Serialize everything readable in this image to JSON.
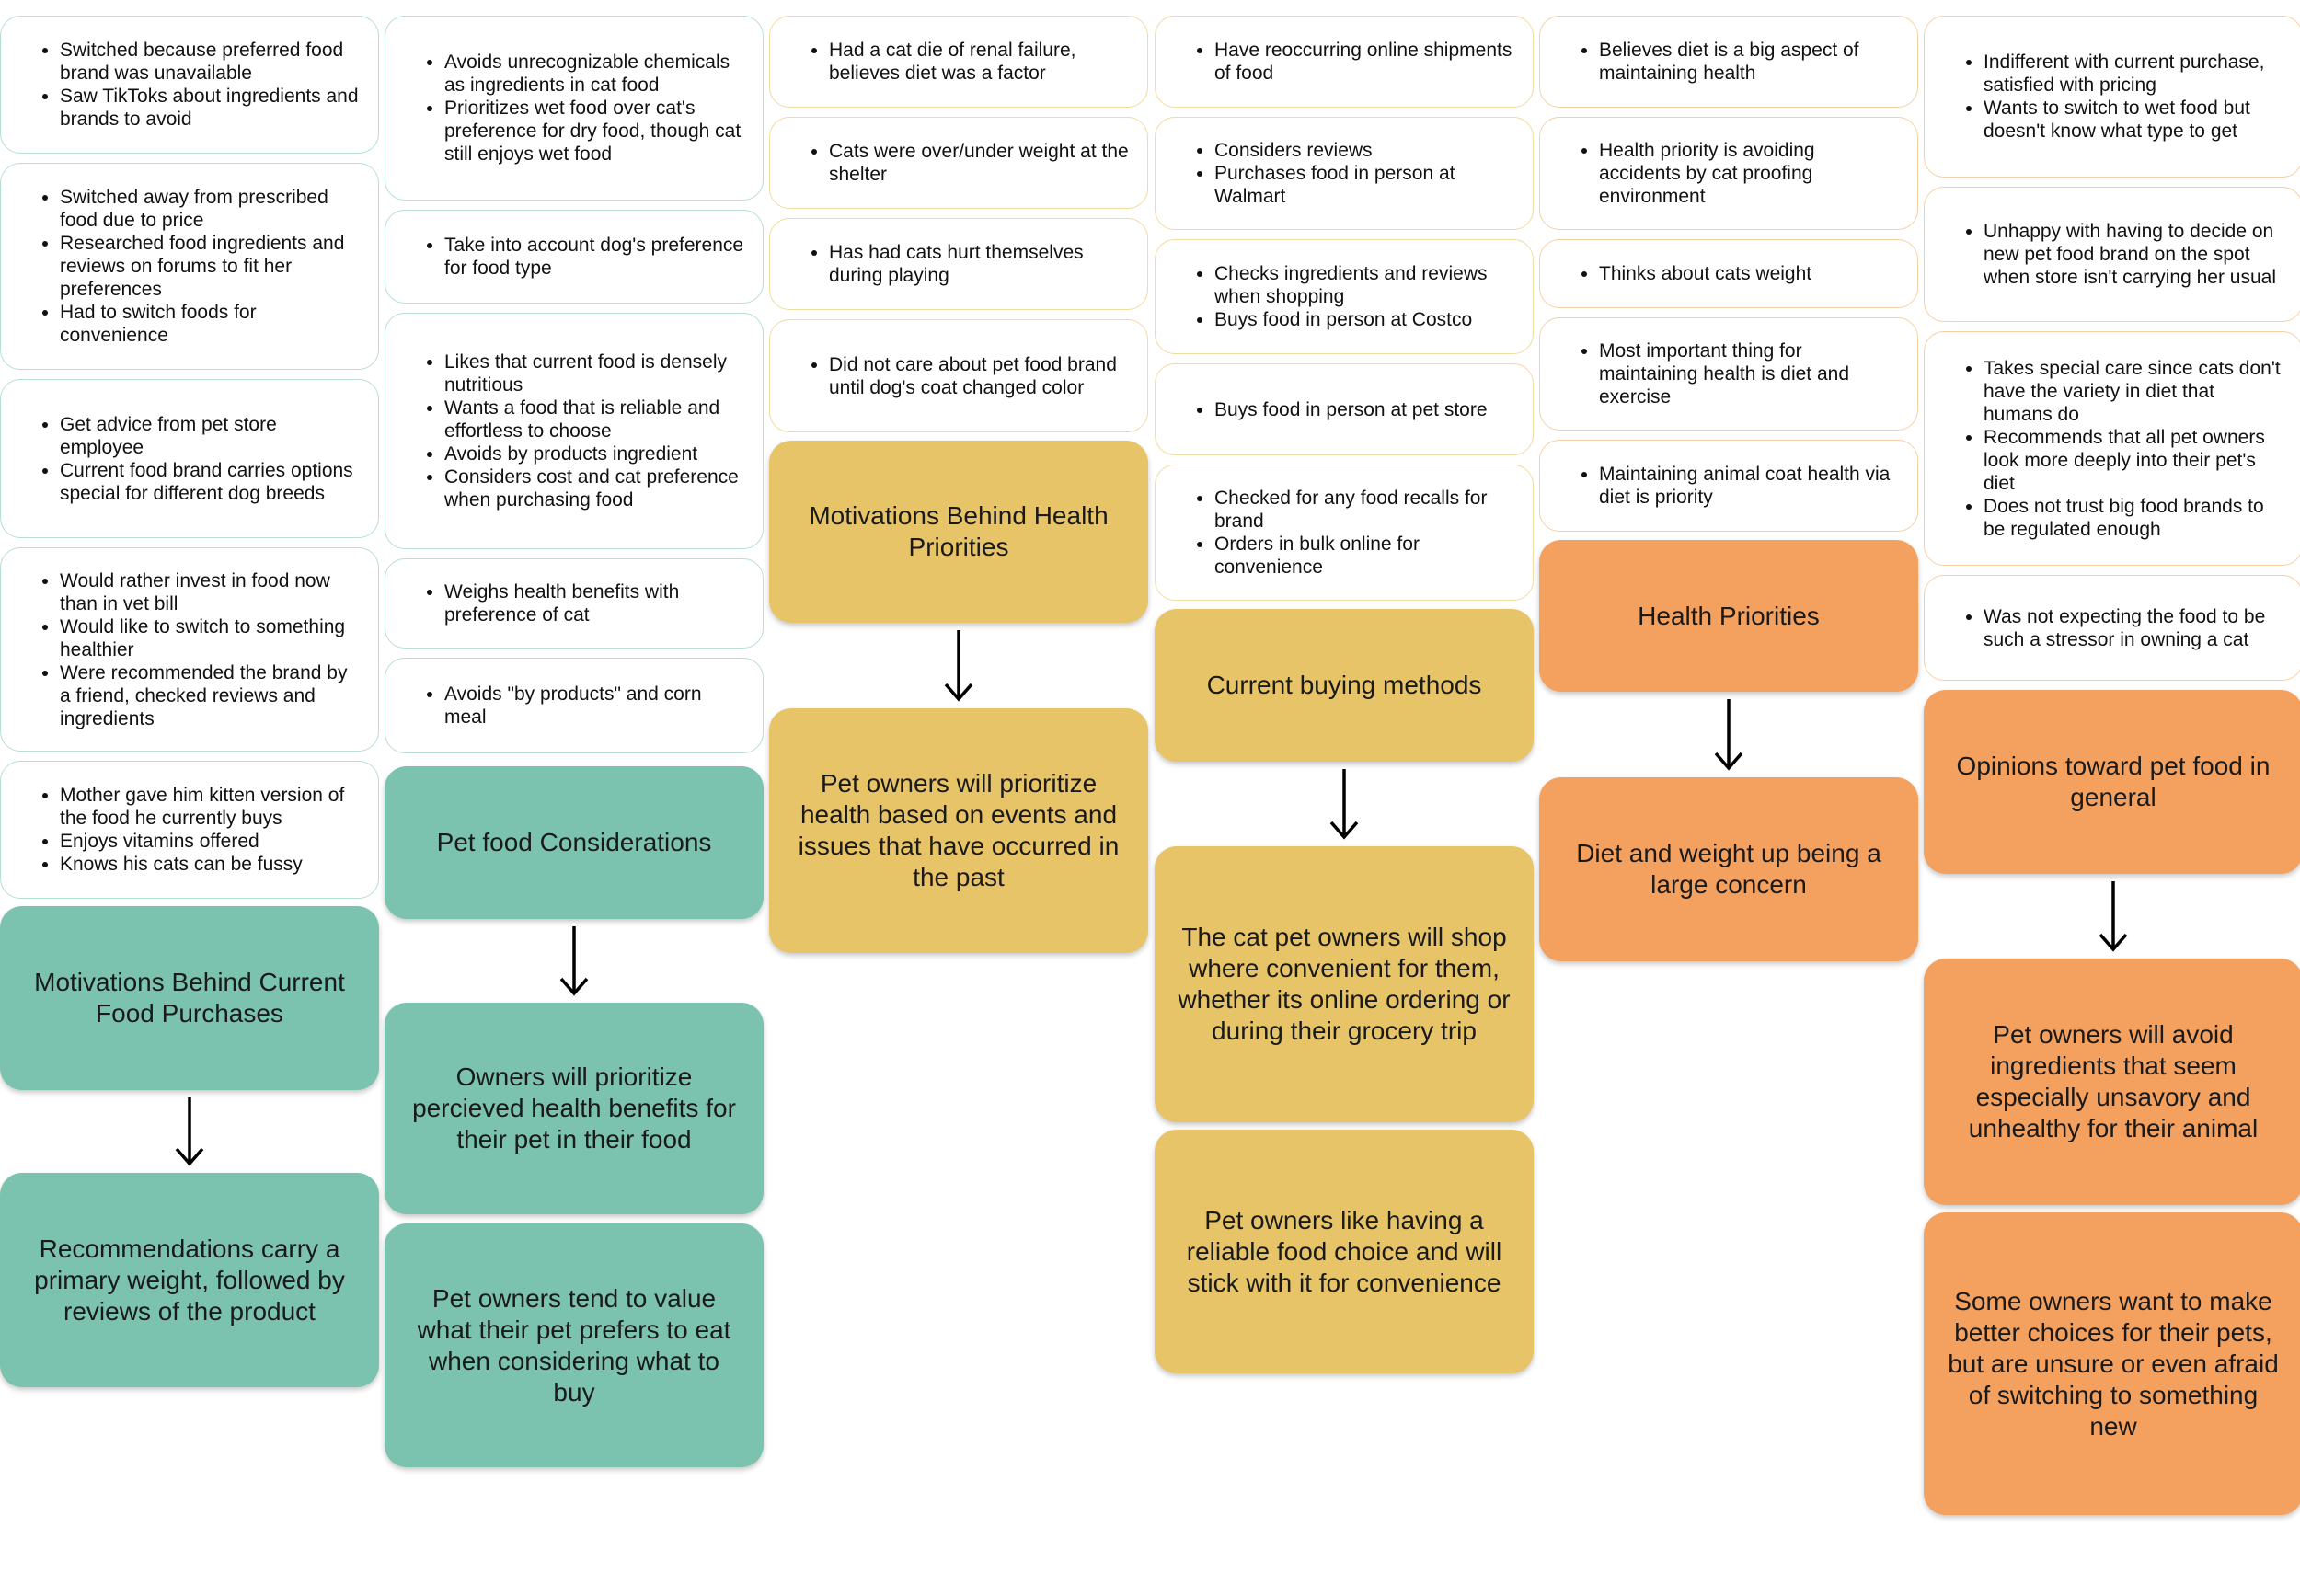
{
  "colors": {
    "teal": "#7cc3af",
    "yellow": "#e8c468",
    "orange": "#f4a15f",
    "teal_border": "#b7dfd3",
    "yellow_border": "#f1dba2",
    "orange_border": "#f7cfa5"
  },
  "columns": [
    {
      "id": "motivations-current-food",
      "theme": "teal",
      "notes": [
        [
          "Switched because preferred food brand was unavailable",
          "Saw TikToks about ingredients and brands to avoid"
        ],
        [
          "Switched away from prescribed food due to price",
          "Researched food ingredients and reviews on forums to fit her preferences",
          "Had to switch foods for convenience"
        ],
        [
          "Get advice from pet store employee",
          "Current food brand carries options special for different dog breeds"
        ],
        [
          "Would rather invest in food now than in vet bill",
          "Would like to switch to something healthier",
          "Were recommended the brand by a friend, checked reviews and ingredients"
        ],
        [
          "Mother gave him kitten version of the food he currently buys",
          "Enjoys vitamins offered",
          "Knows his cats can be fussy"
        ]
      ],
      "blocks": [
        "Motivations Behind Current Food Purchases",
        "→",
        "Recommendations carry a primary weight, followed by reviews of the product"
      ]
    },
    {
      "id": "pet-food-considerations",
      "theme": "teal",
      "notes": [
        [
          "Avoids unrecognizable chemicals as ingredients in cat food",
          "Prioritizes wet food over cat's preference for dry food, though cat still enjoys wet food"
        ],
        [
          "Take into account dog's preference for food type"
        ],
        [
          "Likes that current food is densely nutritious",
          "Wants a food that is reliable and effortless to choose",
          "Avoids by products ingredient",
          "Considers cost and cat preference when purchasing food"
        ],
        [
          "Weighs health benefits with preference of cat"
        ],
        [
          "Avoids \"by products\" and corn meal"
        ]
      ],
      "blocks": [
        "Pet food Considerations",
        "→",
        "Owners will prioritize percieved health benefits for their pet in their food",
        "Pet owners tend to value what their pet prefers to eat when considering what to buy"
      ]
    },
    {
      "id": "motivations-health",
      "theme": "yellow",
      "notes": [
        [
          "Had a cat die of renal failure, believes diet was a factor"
        ],
        [
          "Cats were over/under weight at the shelter"
        ],
        [
          "Has had cats hurt themselves during playing"
        ],
        [
          "Did not care about pet food brand until dog's coat changed color"
        ]
      ],
      "blocks": [
        "Motivations Behind Health Priorities",
        "→",
        "Pet owners will prioritize health based on events and issues that have occurred in the past"
      ]
    },
    {
      "id": "buying-methods",
      "theme": "yellow",
      "notes": [
        [
          "Have reoccurring online shipments of food"
        ],
        [
          "Considers reviews",
          "Purchases food in person at Walmart"
        ],
        [
          "Checks ingredients and reviews when shopping",
          "Buys food in person at Costco"
        ],
        [
          "Buys food in person at pet store"
        ],
        [
          "Checked for any food recalls for brand",
          "Orders in bulk online for convenience"
        ]
      ],
      "blocks": [
        "Current buying methods",
        "→",
        "The cat pet owners will shop where convenient for them, whether its online ordering or during their grocery trip",
        "Pet owners like having a reliable food choice and will stick with it for convenience"
      ]
    },
    {
      "id": "health-priorities",
      "theme": "orange",
      "notes": [
        [
          "Believes diet is a big aspect of maintaining health"
        ],
        [
          "Health priority is avoiding accidents by cat proofing environment"
        ],
        [
          "Thinks about cats weight"
        ],
        [
          "Most important thing for maintaining health is diet and exercise"
        ],
        [
          "Maintaining animal coat health via diet is priority"
        ]
      ],
      "blocks": [
        "Health Priorities",
        "→",
        "Diet and weight up being a large concern"
      ]
    },
    {
      "id": "opinions-pet-food",
      "theme": "orange",
      "notes": [
        [
          "Indifferent with current purchase, satisfied with pricing",
          "Wants to switch to wet food but doesn't know what type to get"
        ],
        [
          "Unhappy with having to decide on new pet food brand on the spot when store isn't carrying her usual"
        ],
        [
          "Takes special care since cats don't have the variety in diet that humans do",
          "Recommends that all pet owners look more deeply into their pet's diet",
          "Does not trust big food brands to be regulated enough"
        ],
        [
          "Was not expecting the food to be such a stressor in owning a cat"
        ]
      ],
      "blocks": [
        "Opinions toward pet food in general",
        "→",
        "Pet owners will avoid ingredients that seem especially unsavory and unhealthy for their animal",
        "Some owners want to make better choices for their pets, but are unsure or even afraid of switching to something new"
      ]
    }
  ]
}
